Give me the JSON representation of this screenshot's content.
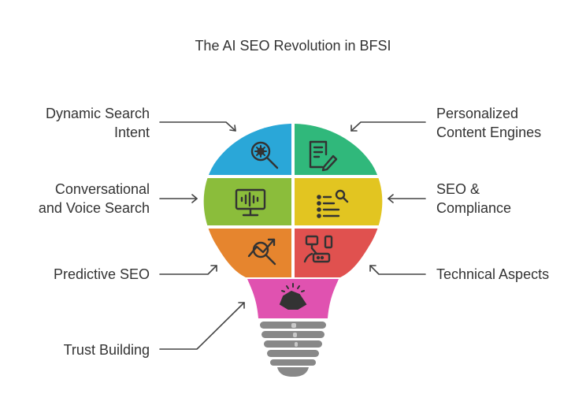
{
  "title": "The AI SEO Revolution in BFSI",
  "labels": {
    "dynamic_search": [
      "Dynamic Search",
      "Intent"
    ],
    "personalized": [
      "Personalized",
      "Content Engines"
    ],
    "conversational": [
      "Conversational",
      "and Voice Search"
    ],
    "compliance": [
      "SEO &",
      "Compliance"
    ],
    "predictive": [
      "Predictive SEO"
    ],
    "technical": [
      "Technical Aspects"
    ],
    "trust": [
      "Trust Building"
    ]
  },
  "colors": {
    "dynamic_search": "#2aa7d8",
    "personalized": "#30b87b",
    "conversational": "#8bbd3b",
    "compliance": "#e2c521",
    "predictive": "#e6852e",
    "technical": "#e0514f",
    "trust": "#e052b0",
    "base": "#8a8a8a",
    "arrow": "#444444",
    "icon": "#333333"
  },
  "icons": {
    "dynamic_search": "magnifier-gear-icon",
    "personalized": "document-pencil-icon",
    "conversational": "monitor-waveform-icon",
    "compliance": "list-search-icon",
    "predictive": "chart-magnifier-icon",
    "technical": "network-devices-icon",
    "trust": "handshake-icon"
  }
}
